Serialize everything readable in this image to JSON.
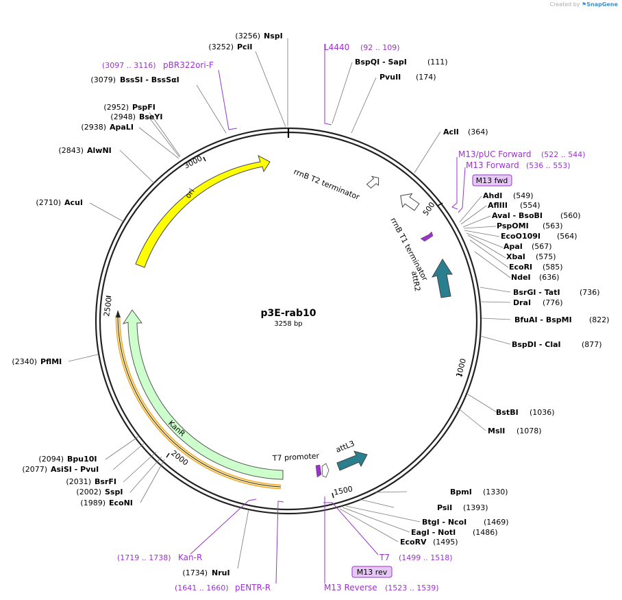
{
  "credit": {
    "prefix": "Created by",
    "brand": "SnapGene"
  },
  "plasmid": {
    "name": "p3E-rab10",
    "length": "3258 bp"
  },
  "colors": {
    "backbone": "#222222",
    "primer": "#9933cc",
    "site_line": "#777777",
    "ori": "#ffff00",
    "kanr": "#ccffcc",
    "kanr_outline": "#f0a830",
    "att": "#2a7f8f"
  },
  "ticks": [
    "500",
    "1000",
    "1500",
    "2000",
    "2500",
    "3000"
  ],
  "features": [
    {
      "name": "ori",
      "type": "ori"
    },
    {
      "name": "KanR",
      "type": "kanr"
    },
    {
      "name": "rrnB T2 terminator",
      "type": "terminator"
    },
    {
      "name": "rrnB T1 terminator",
      "type": "terminator"
    },
    {
      "name": "attR2",
      "type": "att"
    },
    {
      "name": "T7 promoter",
      "type": "promoter"
    },
    {
      "name": "attL3",
      "type": "att"
    }
  ],
  "sites": [
    {
      "pos": "(3256)",
      "name": "NspI"
    },
    {
      "pos": "(3252)",
      "name": "PciI"
    },
    {
      "pos": "(3079)",
      "name": "BssSI  -  BssSαI"
    },
    {
      "pos": "(2952)",
      "name": "PspFI"
    },
    {
      "pos": "(2948)",
      "name": "BseYI"
    },
    {
      "pos": "(2938)",
      "name": "ApaLI"
    },
    {
      "pos": "(2843)",
      "name": "AlwNI"
    },
    {
      "pos": "(2710)",
      "name": "AcuI"
    },
    {
      "pos": "(2340)",
      "name": "PflMI"
    },
    {
      "pos": "(2094)",
      "name": "Bpu10I"
    },
    {
      "pos": "(2077)",
      "name": "AsiSI  -  PvuI"
    },
    {
      "pos": "(2031)",
      "name": "BsrFI"
    },
    {
      "pos": "(2002)",
      "name": "SspI"
    },
    {
      "pos": "(1989)",
      "name": "EcoNI"
    },
    {
      "pos": "(1734)",
      "name": "NruI"
    },
    {
      "name": "BspQI  -  SapI",
      "pos": "(111)"
    },
    {
      "name": "PvuII",
      "pos": "(174)"
    },
    {
      "name": "AclI",
      "pos": "(364)"
    },
    {
      "name": "AhdI",
      "pos": "(549)"
    },
    {
      "name": "AflIII",
      "pos": "(554)"
    },
    {
      "name": "AvaI  -  BsoBI",
      "pos": "(560)"
    },
    {
      "name": "PspOMI",
      "pos": "(563)"
    },
    {
      "name": "EcoO109I",
      "pos": "(564)"
    },
    {
      "name": "ApaI",
      "pos": "(567)"
    },
    {
      "name": "XbaI",
      "pos": "(575)"
    },
    {
      "name": "EcoRI",
      "pos": "(585)"
    },
    {
      "name": "NdeI",
      "pos": "(636)"
    },
    {
      "name": "BsrGI  -  TatI",
      "pos": "(736)"
    },
    {
      "name": "DraI",
      "pos": "(776)"
    },
    {
      "name": "BfuAI  -  BspMI",
      "pos": "(822)"
    },
    {
      "name": "BspDI  -  ClaI",
      "pos": "(877)"
    },
    {
      "name": "BstBI",
      "pos": "(1036)"
    },
    {
      "name": "MslI",
      "pos": "(1078)"
    },
    {
      "name": "BpmI",
      "pos": "(1330)"
    },
    {
      "name": "PsiI",
      "pos": "(1393)"
    },
    {
      "name": "BtgI  -  NcoI",
      "pos": "(1469)"
    },
    {
      "name": "EagI  -  NotI",
      "pos": "(1486)"
    },
    {
      "name": "EcoRV",
      "pos": "(1495)"
    }
  ],
  "primers": [
    {
      "name": "L4440",
      "range": "(92 .. 109)"
    },
    {
      "name": "pBR322ori-F",
      "range": "(3097 .. 3116)"
    },
    {
      "name": "M13/pUC Forward",
      "range": "(522 .. 544)"
    },
    {
      "name": "M13 Forward",
      "range": "(536 .. 553)"
    },
    {
      "name": "Kan-R",
      "range": "(1719 .. 1738)"
    },
    {
      "name": "pENTR-R",
      "range": "(1641 .. 1660)"
    },
    {
      "name": "T7",
      "range": "(1499 .. 1518)"
    },
    {
      "name": "M13 Reverse",
      "range": "(1523 .. 1539)"
    }
  ],
  "boxed_labels": {
    "m13_fwd": "M13 fwd",
    "m13_rev": "M13 rev"
  }
}
